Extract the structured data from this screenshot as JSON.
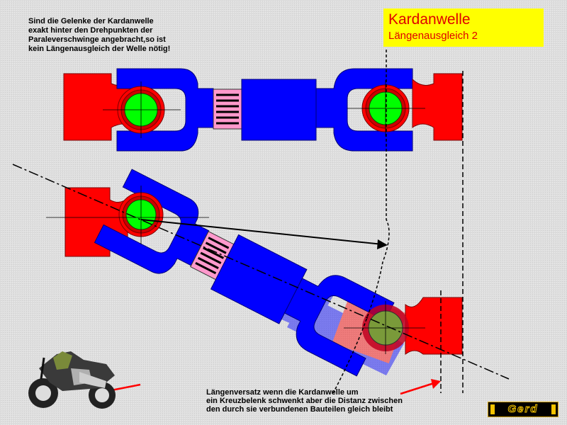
{
  "title_box": {
    "title": "Kardanwelle",
    "subtitle": "Längenausgleich 2",
    "background": "#ffff00",
    "text_color": "#e00000"
  },
  "intro_text": [
    "Sind die Gelenke der Kardanwelle",
    "exakt hinter den Drehpunkten der",
    "Paraleverschwinge angebracht,so ist",
    "kein Längenausgleich der Welle nötig!"
  ],
  "caption_text": [
    "Längenversatz wenn die Kardanwelle um",
    "ein Kreuzbelenk schwenkt aber die Distanz zwischen",
    "den durch sie verbundenen Bauteilen gleich bleibt"
  ],
  "logo": {
    "text": "Gerd"
  },
  "colors": {
    "yoke": "#ff0000",
    "fork": "#0000ff",
    "joint_center": "#00ff00",
    "spline": "#ff99cc",
    "arrow": "#ff0000"
  }
}
